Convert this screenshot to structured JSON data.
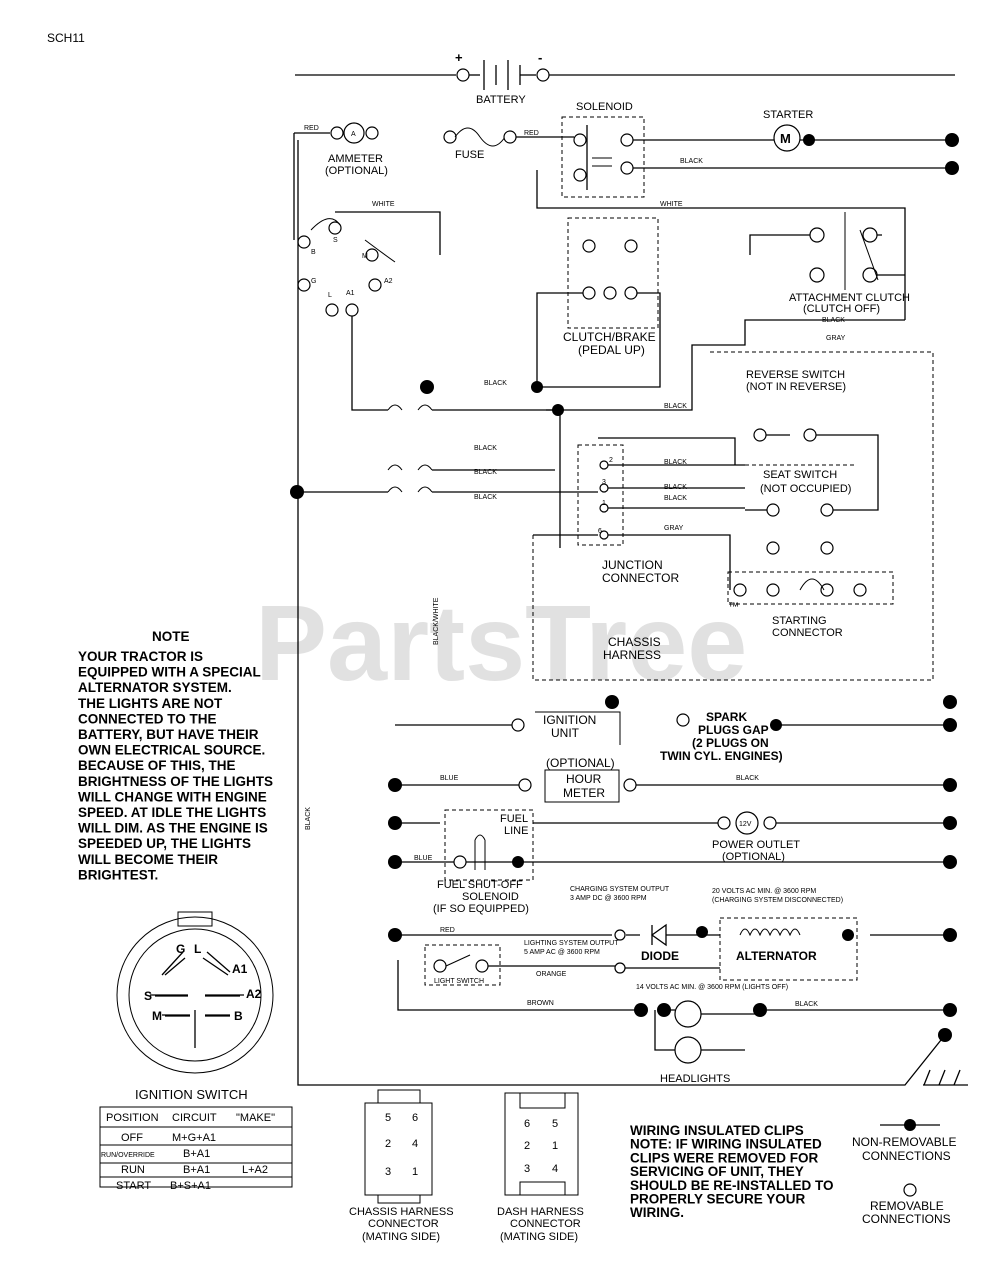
{
  "page_id": "SCH11",
  "watermark": {
    "text": "PartsTree",
    "mark": "™"
  },
  "battery": {
    "label": "BATTERY",
    "plus": "+",
    "minus": "-"
  },
  "solenoid": {
    "label": "SOLENOID"
  },
  "starter": {
    "label": "STARTER",
    "symbol": "M"
  },
  "ammeter": {
    "label": "AMMETER",
    "sub": "(OPTIONAL)",
    "symbol": "A"
  },
  "fuse": {
    "label": "FUSE"
  },
  "wires": {
    "red": "RED",
    "white": "WHITE",
    "black": "BLACK",
    "gray": "GRAY",
    "blue": "BLUE",
    "orange": "ORANGE",
    "brown": "BROWN",
    "black_white": "BLACK/WHITE"
  },
  "ignition_terminals": [
    "S",
    "B",
    "M",
    "G",
    "L",
    "A1",
    "A2"
  ],
  "attachment_clutch": {
    "label": "ATTACHMENT CLUTCH",
    "sub": "(CLUTCH OFF)"
  },
  "clutch_brake": {
    "label": "CLUTCH/BRAKE",
    "sub": "(PEDAL UP)"
  },
  "reverse_switch": {
    "label": "REVERSE SWITCH",
    "sub": "(NOT IN REVERSE)"
  },
  "seat_switch": {
    "label": "SEAT SWITCH",
    "sub": "(NOT OCCUPIED)"
  },
  "junction_connector": {
    "line1": "JUNCTION",
    "line2": "CONNECTOR"
  },
  "junction_pins": [
    "2",
    "3",
    "1",
    "6"
  ],
  "starting_connector": {
    "line1": "STARTING",
    "line2": "CONNECTOR"
  },
  "chassis_harness": {
    "line1": "CHASSIS",
    "line2": "HARNESS"
  },
  "note": {
    "title": "NOTE",
    "lines": [
      "YOUR TRACTOR IS",
      "EQUIPPED WITH A SPECIAL",
      "ALTERNATOR SYSTEM.",
      "THE LIGHTS ARE NOT",
      "CONNECTED TO THE",
      "BATTERY, BUT HAVE THEIR",
      "OWN ELECTRICAL SOURCE.",
      "BECAUSE OF THIS, THE",
      "BRIGHTNESS OF THE LIGHTS",
      "WILL CHANGE WITH ENGINE",
      "SPEED.  AT IDLE THE LIGHTS",
      "WILL DIM.  AS THE ENGINE IS",
      "SPEEDED UP, THE LIGHTS",
      "WILL BECOME THEIR",
      "BRIGHTEST."
    ]
  },
  "ignition_unit": {
    "line1": "IGNITION",
    "line2": "UNIT"
  },
  "spark_plugs": {
    "lines": [
      "SPARK",
      "PLUGS GAP",
      "(2 PLUGS ON",
      "TWIN CYL. ENGINES)"
    ]
  },
  "hour_meter": {
    "optional": "(OPTIONAL)",
    "line1": "HOUR",
    "line2": "METER"
  },
  "fuel_line": {
    "line1": "FUEL",
    "line2": "LINE"
  },
  "power_outlet": {
    "label": "POWER OUTLET",
    "sub": "(OPTIONAL)",
    "symbol": "12V"
  },
  "fuel_solenoid": {
    "lines": [
      "FUEL SHUT-OFF",
      "SOLENOID",
      "(IF SO EQUIPPED)"
    ]
  },
  "charging_output": {
    "line1": "CHARGING SYSTEM OUTPUT",
    "line2": "3 AMP DC @ 3600 RPM"
  },
  "volts_disconnected": {
    "line1": "20 VOLTS AC MIN. @ 3600 RPM",
    "line2": "(CHARGING SYSTEM DISCONNECTED)"
  },
  "lighting_output": {
    "line1": "LIGHTING SYSTEM OUTPUT",
    "line2": "5 AMP AC @ 3600 RPM"
  },
  "diode": {
    "label": "DIODE"
  },
  "alternator": {
    "label": "ALTERNATOR"
  },
  "light_switch": {
    "label": "LIGHT SWITCH"
  },
  "lights_volts": {
    "label": "14 VOLTS AC MIN. @ 3600 RPM (LIGHTS OFF)"
  },
  "headlights": {
    "label": "HEADLIGHTS"
  },
  "ignition_switch": {
    "title": "IGNITION SWITCH",
    "face_labels": [
      "G",
      "L",
      "A1",
      "S",
      "A2",
      "M",
      "B"
    ],
    "table": {
      "headers": [
        "POSITION",
        "CIRCUIT",
        "\"MAKE\""
      ],
      "rows": [
        [
          "OFF",
          "M+G+A1",
          ""
        ],
        [
          "RUN/OVERRIDE",
          "B+A1",
          ""
        ],
        [
          "RUN",
          "B+A1",
          "L+A2"
        ],
        [
          "START",
          "B+S+A1",
          ""
        ]
      ]
    }
  },
  "chassis_connector": {
    "line1": "CHASSIS HARNESS",
    "line2": "CONNECTOR",
    "line3": "(MATING SIDE)",
    "pins": [
      "5",
      "6",
      "2",
      "4",
      "3",
      "1"
    ]
  },
  "dash_connector": {
    "line1": "DASH HARNESS",
    "line2": "CONNECTOR",
    "line3": "(MATING SIDE)",
    "pins": [
      "6",
      "5",
      "2",
      "1",
      "3",
      "4"
    ]
  },
  "clips_note": {
    "lines": [
      "WIRING INSULATED CLIPS",
      "NOTE: IF WIRING INSULATED",
      "CLIPS WERE REMOVED FOR",
      "SERVICING OF UNIT, THEY",
      "SHOULD BE RE-INSTALLED TO",
      "PROPERLY SECURE YOUR",
      "WIRING."
    ]
  },
  "legend": {
    "non_removable": {
      "line1": "NON-REMOVABLE",
      "line2": "CONNECTIONS"
    },
    "removable": {
      "line1": "REMOVABLE",
      "line2": "CONNECTIONS"
    }
  }
}
